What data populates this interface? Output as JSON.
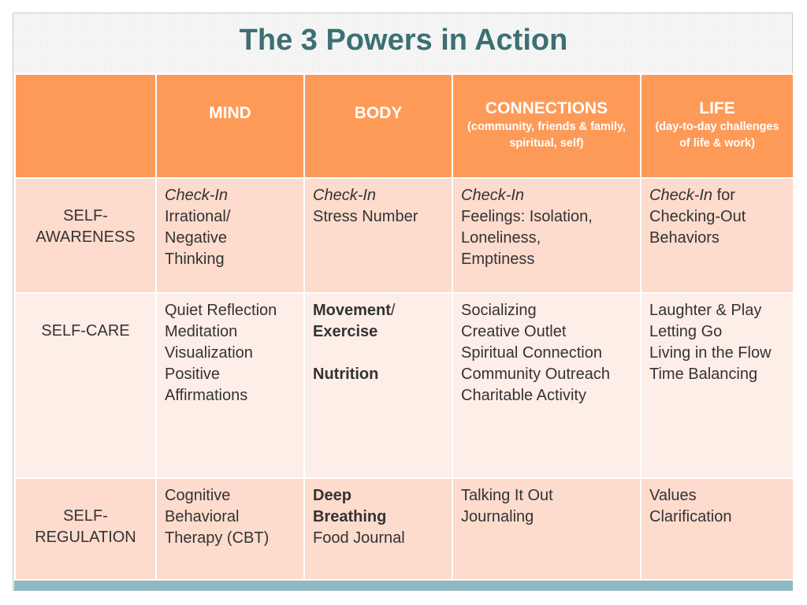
{
  "title": "The 3 Powers in Action",
  "columns": [
    {
      "name": "MIND",
      "sub": ""
    },
    {
      "name": "BODY",
      "sub": ""
    },
    {
      "name": "CONNECTIONS",
      "sub": "(community, friends & family, spiritual, self)"
    },
    {
      "name": "LIFE",
      "sub": "(day-to-day challenges of life & work)"
    }
  ],
  "rows": {
    "self_awareness": {
      "label": "SELF-AWARENESS",
      "label_line1": "SELF-",
      "label_line2": "AWARENESS",
      "mind": {
        "italic": "Check-In",
        "lines": [
          "Irrational/",
          "Negative",
          "Thinking"
        ]
      },
      "body": {
        "italic": "Check-In",
        "lines": [
          "Stress Number"
        ]
      },
      "connections": {
        "italic": "Check-In",
        "lines": [
          "Feelings: Isolation,",
          "Loneliness,",
          "Emptiness"
        ]
      },
      "life": {
        "italic": "Check-In",
        "after_italic": " for",
        "lines": [
          "Checking-Out",
          "Behaviors"
        ]
      }
    },
    "self_care": {
      "label": "SELF-CARE",
      "mind": [
        "Quiet Reflection",
        "Meditation",
        "Visualization",
        "Positive",
        "Affirmations"
      ],
      "body": {
        "bold1": "Movement",
        "slash": "/",
        "bold2": "Exercise",
        "bold3": "Nutrition"
      },
      "connections": [
        "Socializing",
        "Creative Outlet",
        "Spiritual Connection",
        "Community Outreach",
        "Charitable Activity"
      ],
      "life": [
        "Laughter & Play",
        "Letting Go",
        "Living in the Flow",
        "Time Balancing"
      ]
    },
    "self_regulation": {
      "label": "SELF-REGULATION",
      "label_line1": "SELF-",
      "label_line2": "REGULATION",
      "mind": [
        "Cognitive",
        "Behavioral",
        "Therapy (CBT)"
      ],
      "body": {
        "bold1": "Deep",
        "bold2": "Breathing",
        "plain": "Food Journal"
      },
      "connections": [
        "Talking It Out",
        "Journaling"
      ],
      "life": [
        "Values",
        "Clarification"
      ]
    }
  },
  "colors": {
    "header_bg": "#fe9a58",
    "row_dark_bg": "#fddbcd",
    "row_light_bg": "#feeee8",
    "title_color": "#3d6f73",
    "bottom_bar": "#8fb8c3"
  }
}
